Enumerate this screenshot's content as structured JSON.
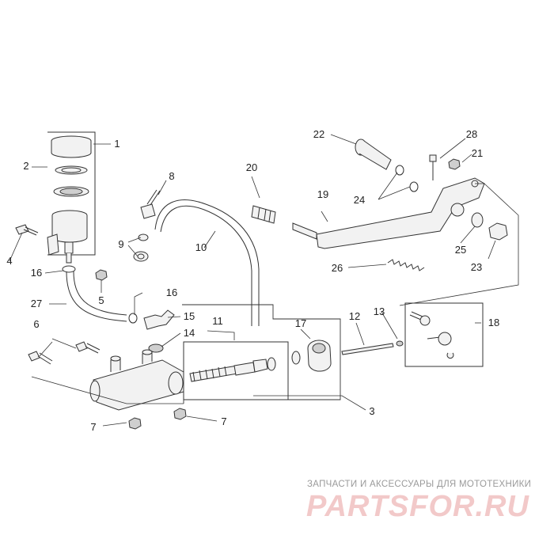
{
  "labels": {
    "l1": "1",
    "l2": "2",
    "l3": "3",
    "l4": "4",
    "l5": "5",
    "l6": "6",
    "l7a": "7",
    "l7b": "7",
    "l8": "8",
    "l9": "9",
    "l10": "10",
    "l11": "11",
    "l12": "12",
    "l13": "13",
    "l14": "14",
    "l15": "15",
    "l16a": "16",
    "l16b": "16",
    "l17": "17",
    "l18": "18",
    "l19": "19",
    "l20": "20",
    "l21": "21",
    "l22": "22",
    "l23": "23",
    "l24": "24",
    "l25": "25",
    "l26": "26",
    "l27": "27",
    "l28": "28"
  },
  "watermark": {
    "tagline": "ЗАПЧАСТИ И АКСЕССУАРЫ ДЛЯ МОТОТЕХНИКИ",
    "logo": "PARTSFOR.RU"
  },
  "colors": {
    "line": "#333333",
    "fill": "#f2f2f2",
    "shade": "#bdbdbd",
    "logo": "#f2c9c9"
  }
}
